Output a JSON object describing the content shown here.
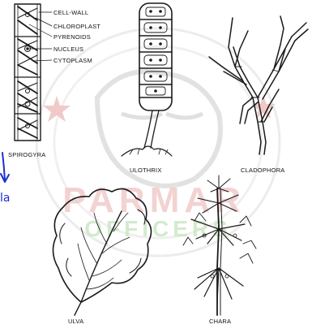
{
  "watermark": {
    "brand_line1": "PARMAR",
    "brand_line2": "OFFICERS",
    "color_red": "#e6a7a7",
    "color_green": "#b5dcb0",
    "emblem": "tiger-head-emblem"
  },
  "specimens": {
    "spirogyra": {
      "name": "SPIROGYRA",
      "parts": [
        "CELL-WALL",
        "CHLOROPLAST",
        "PYRENOIDS",
        "NUCLEUS",
        "CYTOPLASM"
      ]
    },
    "ulothrix": {
      "name": "ULOTHRIX"
    },
    "cladophora": {
      "name": "CLADOPHORA"
    },
    "ulva": {
      "name": "ULVA"
    },
    "chara": {
      "name": "CHARA"
    }
  },
  "annotation": {
    "text": "la",
    "color": "#1c2fd1",
    "arrow": "arrow-down-icon"
  }
}
